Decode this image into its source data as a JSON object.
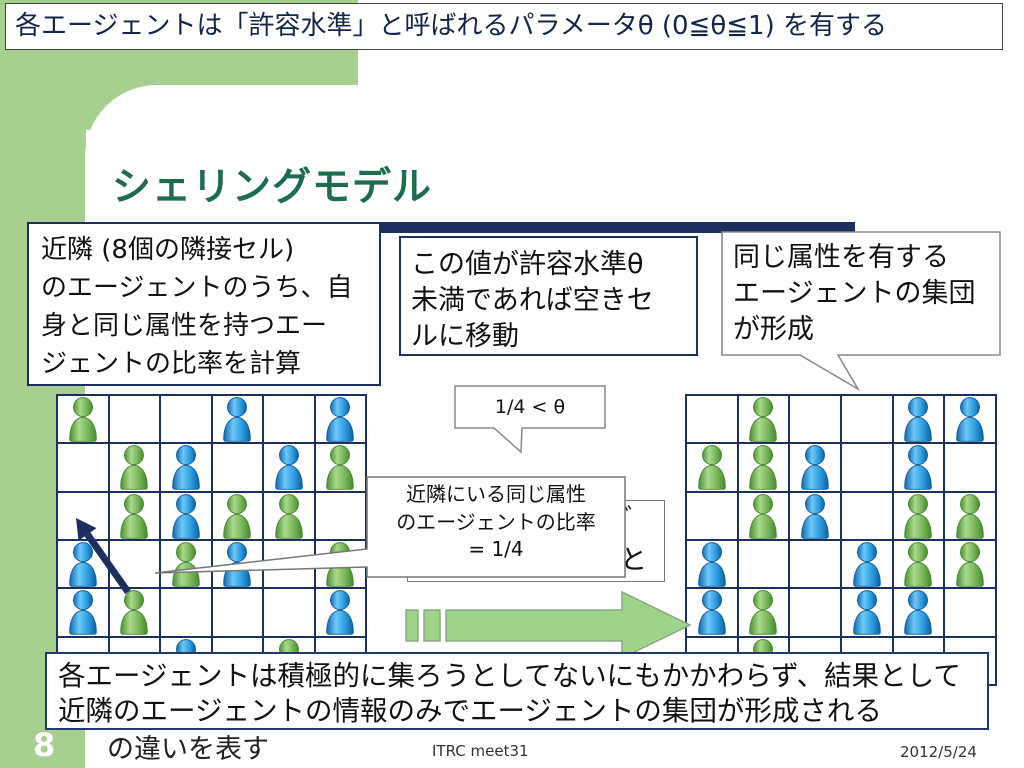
{
  "header": {
    "title": "各エージェントは「許容水準」と呼ばれるパラメータθ (0≦θ≦1) を有する"
  },
  "slide": {
    "title": "シェリングモデル",
    "caption": "の違いを表す",
    "number": "8"
  },
  "callouts": {
    "neighbor_ratio": {
      "lines": [
        "近隣 (8個の隣接セル)",
        "のエージェントのうち、自",
        "身と同じ属性を持つエー",
        "ジェントの比率を計算"
      ]
    },
    "move_condition": {
      "lines": [
        "この値が許容水準θ",
        "未満であれば空きセ",
        "ルに移動"
      ]
    },
    "cluster": {
      "lines": [
        "同じ属性を有する",
        "エージェントの集団",
        "が形成"
      ]
    },
    "threshold": {
      "text": "1/4 < θ"
    },
    "ratio_value": {
      "lines": [
        "近隣にいる同じ属性",
        "のエージェントの比率",
        "= 1/4"
      ]
    },
    "hidden_box": {
      "fragments": [
        "゛",
        "と"
      ]
    }
  },
  "grids": {
    "before": {
      "rows": [
        [
          "green",
          "",
          "",
          "blue",
          "",
          "blue"
        ],
        [
          "",
          "green",
          "blue",
          "",
          "blue",
          "green"
        ],
        [
          "",
          "green",
          "blue",
          "green",
          "green",
          ""
        ],
        [
          "blue",
          "",
          "green",
          "blue",
          "",
          "green"
        ],
        [
          "blue",
          "green",
          "",
          "",
          "",
          "blue"
        ],
        [
          "",
          "",
          "blue",
          "",
          "green",
          ""
        ]
      ]
    },
    "after": {
      "rows": [
        [
          "",
          "green",
          "",
          "",
          "blue",
          "blue"
        ],
        [
          "green",
          "green",
          "blue",
          "",
          "blue",
          ""
        ],
        [
          "",
          "green",
          "blue",
          "",
          "green",
          "green"
        ],
        [
          "blue",
          "",
          "",
          "blue",
          "green",
          "green"
        ],
        [
          "blue",
          "green",
          "",
          "blue",
          "blue",
          ""
        ],
        [
          "",
          "green",
          "",
          "",
          "",
          ""
        ]
      ]
    }
  },
  "conclusion": {
    "lines": [
      "各エージェントは積極的に集ろうとしてないにもかかわらず、結果として",
      "近隣のエージェントの情報のみでエージェントの集団が形成される"
    ]
  },
  "footer": {
    "event": "ITRC meet31",
    "date": "2012/5/24"
  },
  "colors": {
    "background_band": "#a7cf8f",
    "navy": "#1c2f5e",
    "title_green": "#1d6c4e",
    "agent_green": "#7dba5c",
    "agent_blue": "#2a97dc",
    "arrow_green": "#9fd38a"
  }
}
